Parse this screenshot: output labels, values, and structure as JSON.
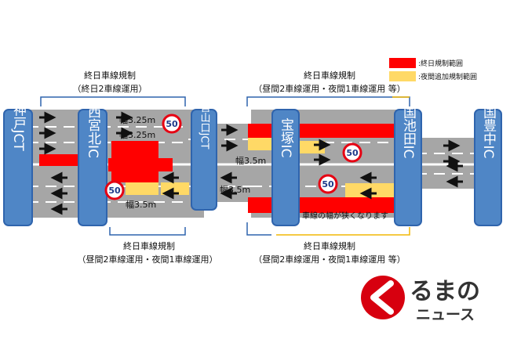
{
  "interchanges": {
    "kobe_jct": "神戸JCT",
    "nishinomiyakita_ic": "西宮北IC",
    "nishinomiya_yamaguchi_jct": "西宮山口JCT",
    "takarazuka_ic": "宝塚IC",
    "chugoku_ikeda_ic": "中国池田IC",
    "chugoku_toyonaka_ic": "中国豊中IC"
  },
  "regulations": {
    "top_left_line1": "終日車線規制",
    "top_left_line2": "（終日2車線運用）",
    "top_right_line1": "終日車線規制",
    "top_right_line2": "（昼間2車線運用・夜間1車線運用 等）",
    "bottom_left_line1": "終日車線規制",
    "bottom_left_line2": "（昼間2車線運用・夜間1車線運用）",
    "bottom_right_line1": "終日車線規制",
    "bottom_right_line2": "（昼間2車線運用・夜間1車線運用 等）"
  },
  "lane_widths": {
    "w1": "幅3.25m",
    "w2": "幅3.25m",
    "w3": "幅3.5m",
    "w4": "幅3.5m",
    "w5": "幅3.5m"
  },
  "speed_limit": "50",
  "narrow_note": "車線の幅が狭くなります",
  "legend": {
    "allday": ":終日規制範囲",
    "night": ":夜間追加規制範囲"
  },
  "logo": {
    "line1": "るまの",
    "line2": "ニュース"
  },
  "colors": {
    "road": "#a6a6a6",
    "lane_marking": "#ffffff",
    "ic_box": "#4f86c6",
    "allday_regulation": "#ff0000",
    "night_regulation": "#ffd966",
    "bracket_blue": "#2f64ad",
    "bracket_yellow": "#f2b705",
    "speed_sign_ring": "#e60012",
    "speed_sign_text": "#1f3a8a",
    "logo_red": "#d7000f"
  }
}
